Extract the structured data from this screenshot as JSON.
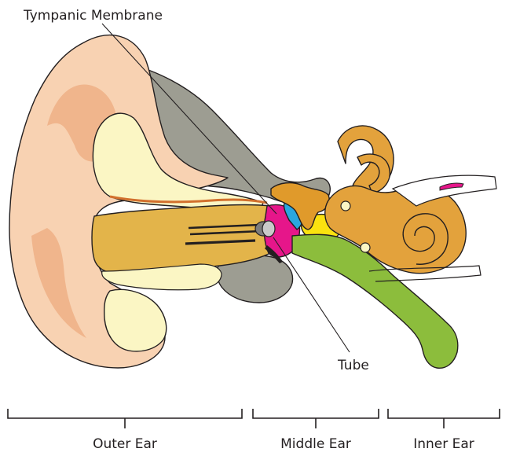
{
  "labels": {
    "tympanic_membrane": "Tympanic Membrane",
    "tube": "Tube"
  },
  "sections": {
    "outer_ear": "Outer Ear",
    "middle_ear": "Middle Ear",
    "inner_ear": "Inner Ear"
  },
  "colors": {
    "auricle": "#f8d2b2",
    "auricle_shadow": "#f0b58c",
    "concha": "#fbf6c4",
    "ear_canal": "#e3b44a",
    "canal_line": "#d2702d",
    "bone": "#9a9a8e",
    "eardrum": "#e6168a",
    "ossicle_blue": "#2aa6df",
    "ossicle_yellow": "#fbe20f",
    "ossicles": "#e09a2b",
    "cochlea": "#e3a23c",
    "eustachian_tube": "#8cbd3c"
  }
}
